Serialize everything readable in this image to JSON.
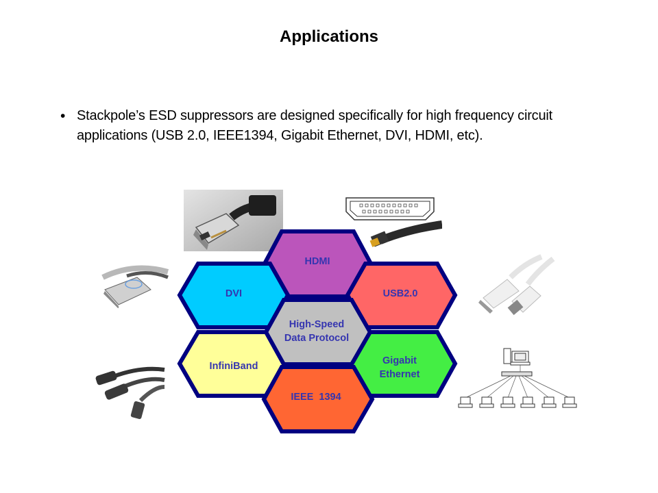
{
  "slide": {
    "title": "Applications",
    "bullet": "Stackpole’s ESD suppressors are designed specifically for high frequency circuit applications (USB 2.0, IEEE1394,  Gigabit Ethernet, DVI, HDMI,  etc)."
  },
  "diagram": {
    "center": {
      "line1": "High-Speed",
      "line2": "Data Protocol",
      "color": "#c0c0c0"
    },
    "hexagons": [
      {
        "id": "hdmi",
        "line1": "HDMI",
        "line2": "",
        "color": "#bb55bb"
      },
      {
        "id": "dvi",
        "line1": "DVI",
        "line2": "",
        "color": "#00ccff"
      },
      {
        "id": "usb",
        "line1": "USB2.0",
        "line2": "",
        "color": "#ff6666"
      },
      {
        "id": "infiniband",
        "line1": "InfiniBand",
        "line2": "",
        "color": "#ffff99"
      },
      {
        "id": "gigabit",
        "line1": "Gigabit",
        "line2": "Ethernet",
        "color": "#44ee44"
      },
      {
        "id": "ieee1394",
        "line1": "IEEE  1394",
        "line2": "",
        "color": "#ff6633"
      }
    ],
    "border_color": "#000080",
    "label_color": "#3535b0"
  },
  "images": [
    {
      "icon": "dvi-cable-icon"
    },
    {
      "icon": "hdmi-cable-icon"
    },
    {
      "icon": "infiniband-cable-icon"
    },
    {
      "icon": "usb-cable-icon"
    },
    {
      "icon": "firewire-cable-icon"
    },
    {
      "icon": "ethernet-network-icon"
    }
  ]
}
